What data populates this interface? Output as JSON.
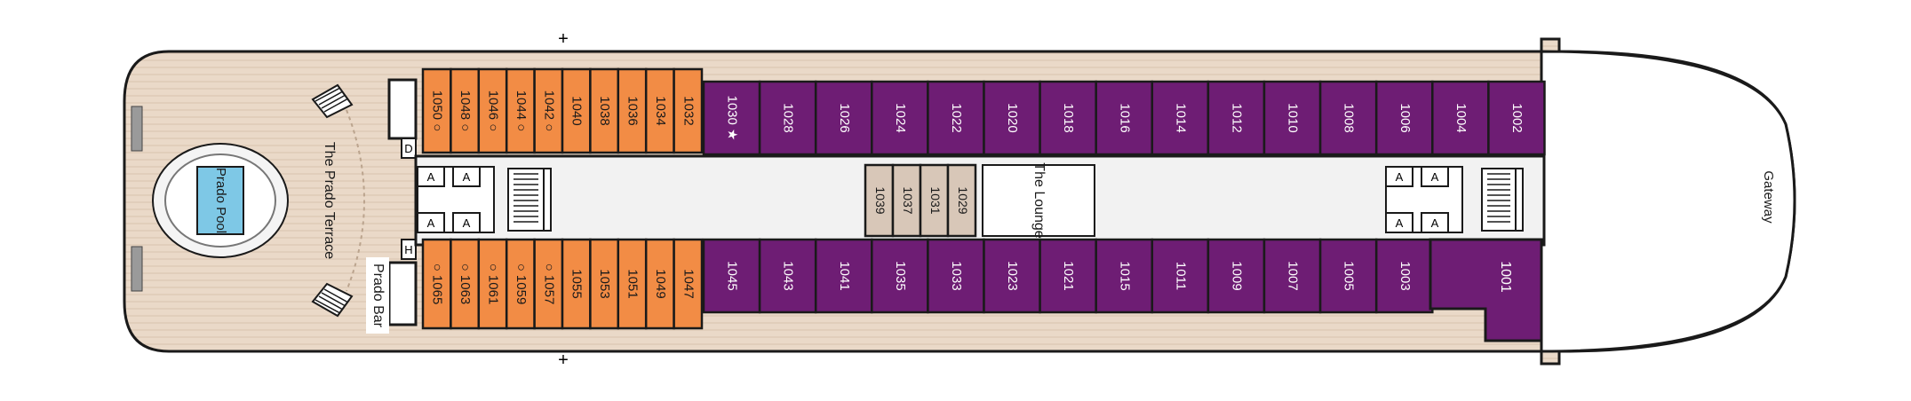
{
  "colors": {
    "suite": "#6e1d74",
    "veranda": "#f28c45",
    "inside": "#d8c7b8",
    "deck_wood": "#ead9c8",
    "outline": "#1a1a1a",
    "pool": "#7ec8e6",
    "corridor": "#f2f2f2"
  },
  "labels": {
    "pool": "Prado Pool",
    "terrace": "The Prado Terrace",
    "bar": "Prado Bar",
    "lounge": "The Lounge",
    "gateway": "Gateway",
    "plus_top": "+",
    "plus_bottom": "+"
  },
  "service_letters": {
    "d": "D",
    "h": "H",
    "a": "A"
  },
  "cabins": {
    "top_veranda": [
      "1050 ○",
      "1048 ○",
      "1046 ○",
      "1044 ○",
      "1042 ○",
      "1040",
      "1038",
      "1036",
      "1034",
      "1032"
    ],
    "top_suite": [
      "1030 ★",
      "1028",
      "1026",
      "1024",
      "1022",
      "1020",
      "1018",
      "1016",
      "1014",
      "1012",
      "1010",
      "1008",
      "1006",
      "1004",
      "1002"
    ],
    "inside_mid": [
      "1039",
      "1037",
      "1031",
      "1029"
    ],
    "bottom_veranda": [
      "○ 1065",
      "○ 1063",
      "○ 1061",
      "○ 1059",
      "○ 1057",
      "1055",
      "1053",
      "1051",
      "1049",
      "1047"
    ],
    "bottom_suite": [
      "1045",
      "1043",
      "1041",
      "1035",
      "1033",
      "1023",
      "1021",
      "1015",
      "1011",
      "1009",
      "1007",
      "1005",
      "1003"
    ],
    "large_suite": "1001"
  }
}
